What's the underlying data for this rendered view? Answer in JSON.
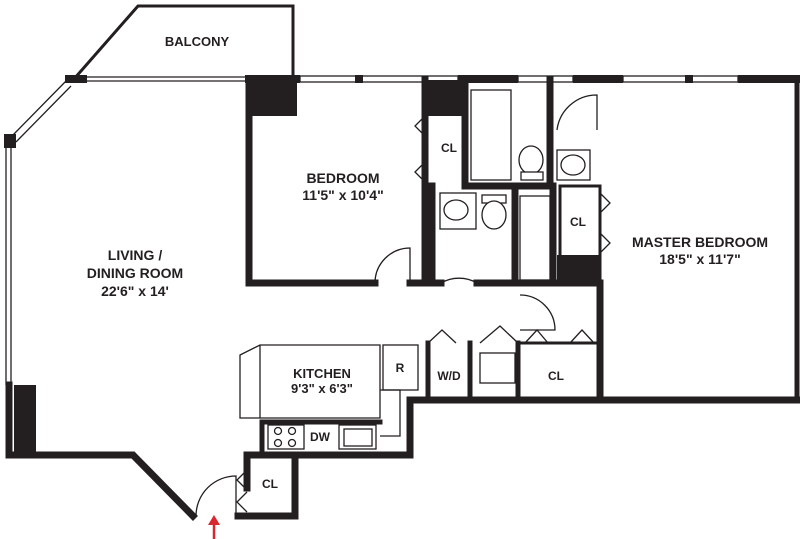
{
  "balcony": {
    "label": "BALCONY"
  },
  "living": {
    "name_line1": "LIVING /",
    "name_line2": "DINING ROOM",
    "dims": "22'6\" x 14'"
  },
  "bedroom": {
    "name": "BEDROOM",
    "dims": "11'5\" x 10'4\""
  },
  "master": {
    "name": "MASTER BEDROOM",
    "dims": "18'5\" x 11'7\""
  },
  "kitchen": {
    "name": "KITCHEN",
    "dims": "9'3\" x 6'3\"",
    "fridge": "R",
    "dishwasher": "DW"
  },
  "closets": {
    "bedroom": "CL",
    "master": "CL",
    "hall": "CL",
    "entry": "CL"
  },
  "laundry": {
    "label": "W/D"
  },
  "entry_marker": {
    "icon": "red-up-arrow-icon",
    "color": "#d7282f"
  },
  "colors": {
    "wall": "#231f20",
    "background": "#ffffff"
  }
}
